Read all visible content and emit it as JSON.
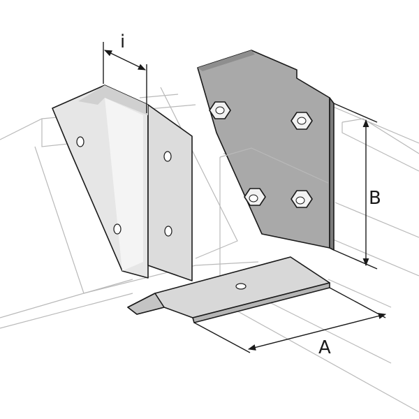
{
  "dimensions": {
    "i": "i",
    "B": "B",
    "A": "A"
  },
  "colors": {
    "plate_light": "#e6e6e6",
    "plate_mid": "#d2d2d2",
    "plate_dark": "#a9a9a9",
    "bolt": "#f2f2f2",
    "ghost": "#b9b9b9",
    "ink": "#1a1a1a"
  }
}
